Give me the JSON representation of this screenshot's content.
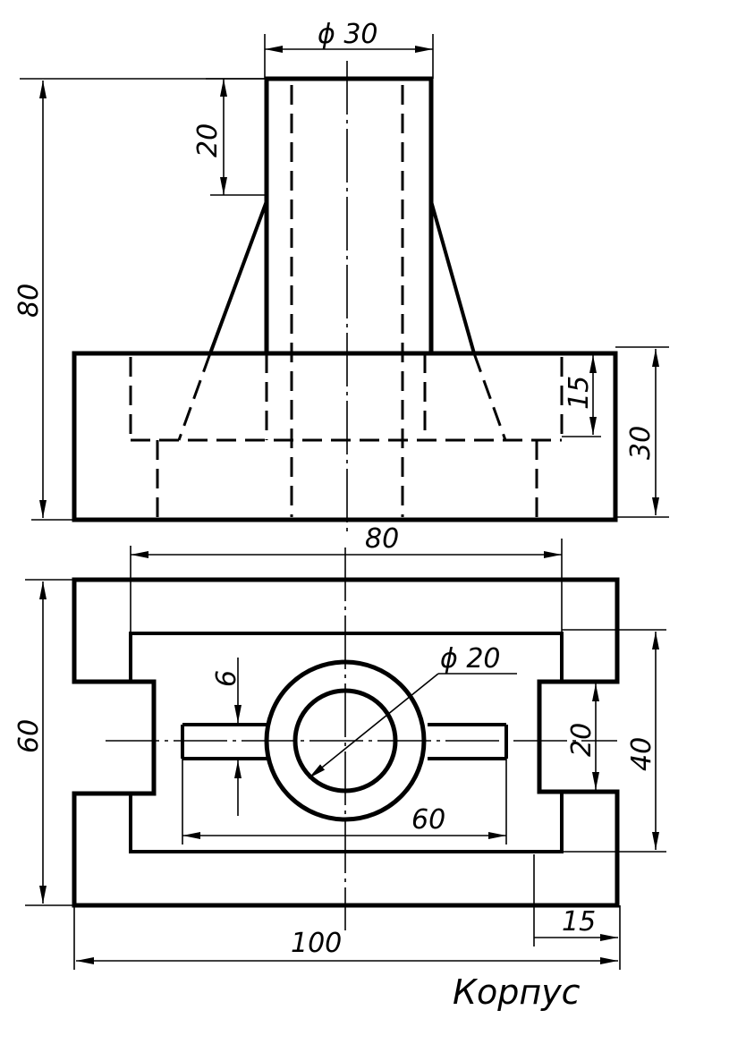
{
  "title": "Корпус",
  "dimensions": {
    "front_diameter": "ϕ 30",
    "front_top_depth": "20",
    "front_height": "80",
    "front_base_height": "30",
    "front_step": "15",
    "width_80": "80",
    "top_depth": "60",
    "hole_diameter": "ϕ 20",
    "slot_width": "6",
    "slot_length": "60",
    "notch_width": "20",
    "inner_depth": "40",
    "total_width": "100",
    "side_15": "15"
  }
}
